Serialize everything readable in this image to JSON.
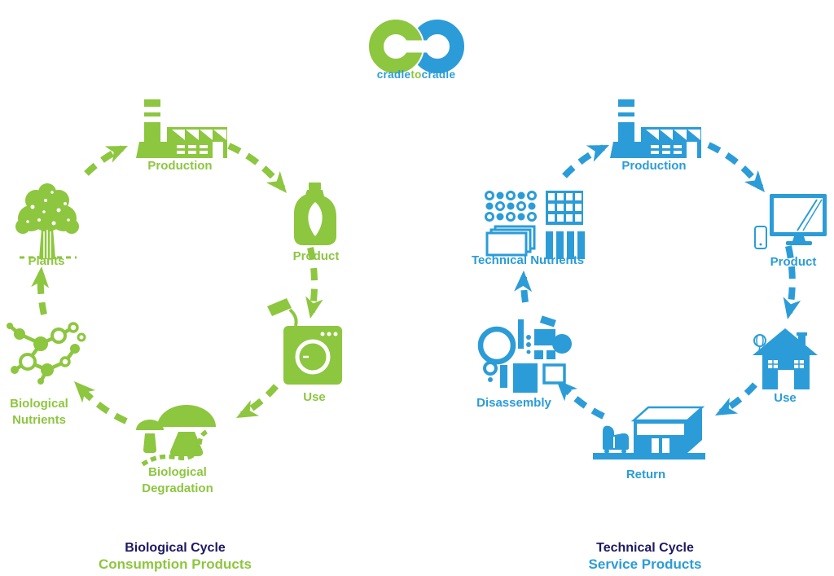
{
  "colors": {
    "green": "#8dc63f",
    "blue": "#2b9cd8",
    "navy": "#1e1a63"
  },
  "logo": {
    "part1": "cradle",
    "part2": "to",
    "part3": "cradle"
  },
  "biological_cycle": {
    "caption_title": "Biological Cycle",
    "caption_subtitle": "Consumption Products",
    "stages": [
      {
        "icon": "factory-icon",
        "lines": [
          "Production"
        ]
      },
      {
        "icon": "detergent-bottle-icon",
        "lines": [
          "Product"
        ]
      },
      {
        "icon": "washing-machine-icon",
        "lines": [
          "Use"
        ]
      },
      {
        "icon": "mushrooms-icon",
        "lines": [
          "Biological",
          "Degradation"
        ]
      },
      {
        "icon": "molecules-icon",
        "lines": [
          "Biological",
          "Nutrients"
        ]
      },
      {
        "icon": "tree-icon",
        "lines": [
          "Plants"
        ]
      }
    ]
  },
  "technical_cycle": {
    "caption_title": "Technical Cycle",
    "caption_subtitle": "Service Products",
    "stages": [
      {
        "icon": "factory-icon",
        "lines": [
          "Production"
        ]
      },
      {
        "icon": "tv-icon",
        "lines": [
          "Product"
        ]
      },
      {
        "icon": "house-icon",
        "lines": [
          "Use"
        ]
      },
      {
        "icon": "return-box-icon",
        "lines": [
          "Return"
        ]
      },
      {
        "icon": "disassembly-parts-icon",
        "lines": [
          "Disassembly"
        ]
      },
      {
        "icon": "materials-icon",
        "lines": [
          "Technical Nutrients"
        ]
      }
    ]
  }
}
